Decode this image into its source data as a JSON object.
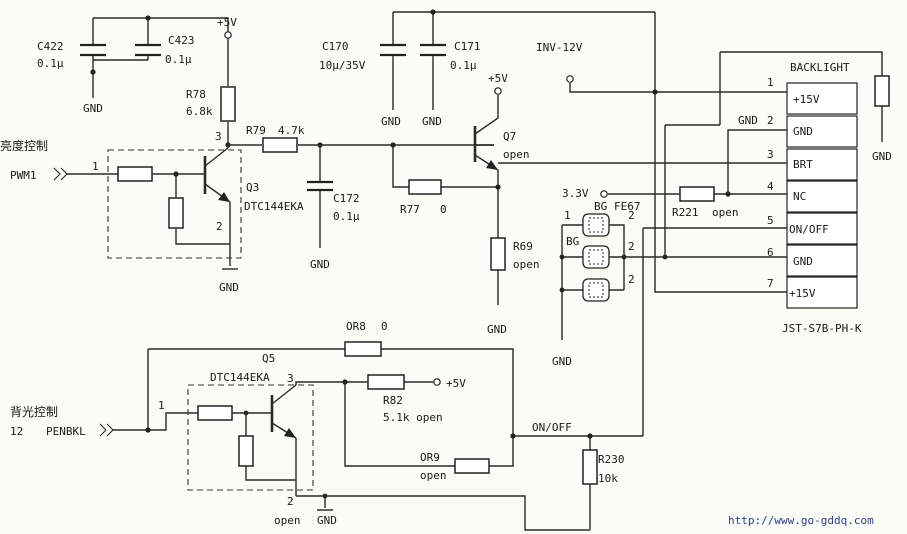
{
  "supply": {
    "vcc5": "+5V",
    "inv12": "INV-12V",
    "v33": "3.3V",
    "gnd": "GND"
  },
  "inputs": {
    "brightness": {
      "title": "亮度控制",
      "net": "PWM1",
      "pin": "1"
    },
    "backlight": {
      "title": "背光控制",
      "pin_number": "12",
      "net": "PENBKL",
      "pin": "1"
    }
  },
  "components": {
    "c422": {
      "ref": "C422",
      "value": "0.1μ"
    },
    "c423": {
      "ref": "C423",
      "value": "0.1μ"
    },
    "r78": {
      "ref": "R78",
      "value": "6.8k"
    },
    "r79": {
      "ref": "R79",
      "value": "4.7k"
    },
    "q3": {
      "ref": "Q3",
      "part": "DTC144EKA",
      "pin2": "2",
      "pin3": "3"
    },
    "c172": {
      "ref": "C172",
      "value": "0.1μ"
    },
    "c170": {
      "ref": "C170",
      "value": "10μ/35V"
    },
    "c171": {
      "ref": "C171",
      "value": "0.1μ"
    },
    "q7": {
      "ref": "Q7",
      "state": "open"
    },
    "r77": {
      "ref": "R77",
      "value": "0"
    },
    "r69": {
      "ref": "R69",
      "state": "open"
    },
    "r221": {
      "ref": "R221",
      "state": "open"
    },
    "fe67": {
      "ref": "FE67",
      "bead_label": "BG",
      "pin1": "1",
      "pin2": "2"
    },
    "or8": {
      "ref": "OR8",
      "value": "0"
    },
    "q5": {
      "ref": "Q5",
      "part": "DTC144EKA",
      "pin2": "2",
      "pin3": "3",
      "state": "open"
    },
    "r82": {
      "ref": "R82",
      "value": "5.1k open"
    },
    "or9": {
      "ref": "OR9",
      "state": "open"
    },
    "r230": {
      "ref": "R230",
      "value": "10k"
    }
  },
  "nets": {
    "onoff": "ON/OFF"
  },
  "connector": {
    "title": "BACKLIGHT",
    "part": "JST-S7B-PH-K",
    "pins": [
      {
        "num": "1",
        "label": "+15V"
      },
      {
        "num": "2",
        "label": "GND",
        "side": "GND"
      },
      {
        "num": "3",
        "label": "BRT"
      },
      {
        "num": "4",
        "label": "NC"
      },
      {
        "num": "5",
        "label": "ON/OFF"
      },
      {
        "num": "6",
        "label": "GND"
      },
      {
        "num": "7",
        "label": "+15V"
      }
    ]
  },
  "watermark": "http://www.go-gddq.com"
}
